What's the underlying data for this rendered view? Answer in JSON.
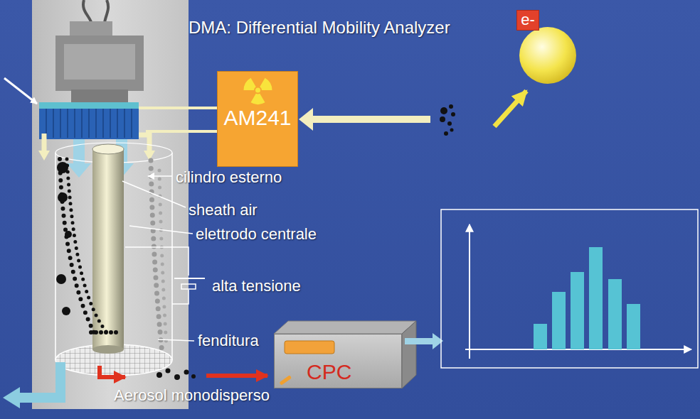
{
  "diagram": {
    "title": "DMA: Differential Mobility Analyzer",
    "nodes": [
      {
        "text": [
          "e-"
        ]
      },
      {
        "text": [
          "AM241"
        ]
      },
      {
        "text": [
          "CPC"
        ]
      }
    ],
    "labels": [
      "cilindro esterno",
      "sheath air",
      "elettrodo centrale",
      "alta tensione",
      "fenditura",
      "Aerosol monodisperso"
    ]
  }
}
